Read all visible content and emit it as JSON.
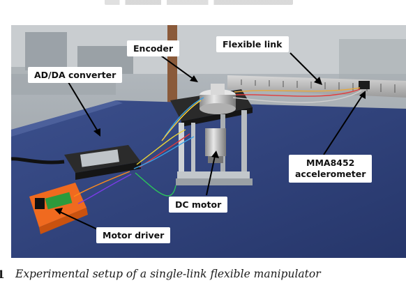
{
  "figure": {
    "labels": {
      "encoder": "Encoder",
      "flexible_link": "Flexible link",
      "ad_da": "AD/DA converter",
      "mma_line1": "MMA8452",
      "mma_line2": "accelerometer",
      "dc_motor": "DC motor",
      "motor_driver": "Motor driver"
    },
    "caption": {
      "number": "1",
      "text": "Experimental setup of a single-link flexible manipulator"
    }
  }
}
